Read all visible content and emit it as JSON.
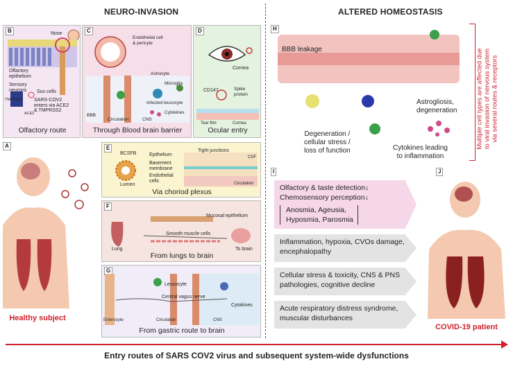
{
  "headers": {
    "left": "NEURO-INVASION",
    "right": "ALTERED HOMEOSTASIS"
  },
  "panels": {
    "A": {
      "label": "A",
      "caption": "Healthy subject"
    },
    "B": {
      "label": "B",
      "caption": "Olfactory route",
      "nose": "Nose",
      "epithelium": "Olfactory\nepithelium",
      "neurons": "Sensory\nneurons",
      "sus": "Sus cells",
      "tmprss2": "TMPRSS2",
      "ace2": "ACE2",
      "note": "SARS-COV2\nenters via ACE2\n& TMPRSS2"
    },
    "C": {
      "label": "C",
      "caption": "Through Blood brain barrier",
      "endothelial": "Endothelial cell\n& pericyte",
      "astrocyte": "Astrocyte",
      "microglia": "Microglia",
      "leucocyte": "Infected leucocyte",
      "cytokines": "Cytokines",
      "bbb": "BBB",
      "circulation": "Circulation",
      "cns": "CNS"
    },
    "D": {
      "label": "D",
      "caption": "Ocular entry",
      "spike": "Spike\nprotein",
      "cornea": "Cornea",
      "cd147": "CD147",
      "tear": "Tear film"
    },
    "E": {
      "label": "E",
      "caption": "Via choriod plexus",
      "bcsfb": "BCSFB",
      "lumen": "Lumen",
      "epithelium": "Epithelium",
      "basement": "Basement\nmembrane",
      "endothelial": "Endothelial\ncells",
      "tight": "Tight junctions",
      "csf": "CSF",
      "circulation": "Circulation"
    },
    "F": {
      "label": "F",
      "caption": "From lungs to brain",
      "mucosal": "Mucosal epithelium",
      "smooth": "Smooth muscle cells",
      "lung": "Lung",
      "tobrain": "To brain"
    },
    "G": {
      "label": "G",
      "caption": "From gastric route to brain",
      "leucocyte": "Leucocyte",
      "vagus": "Central vagus nerve",
      "cytokines": "Cytokines",
      "enterocyte": "Enterocyte",
      "circulation": "Circulation",
      "cns": "CNS"
    },
    "H": {
      "label": "H",
      "bbb": "BBB leakage",
      "astro": "Astrogliosis,\ndegeneration",
      "degeneration": "Degeneration /\ncellular stress /\nloss of function",
      "cytokines": "Cytokines leading\nto inflammation"
    },
    "I": {
      "label": "I",
      "items": [
        "Olfactory & taste detection↓\nChemosensory perception↓",
        "Inflammation, hypoxia, CVOs damage,\nencephalopathy",
        "Cellular stress & toxicity, CNS & PNS\npathologies, cognitive decline",
        "Acute respiratory distress syndrome,\nmuscular disturbances"
      ],
      "brace": "Anosmia, Ageusia,\nHyposmia, Parosmia"
    },
    "J": {
      "label": "J",
      "caption": "COVID-19 patient"
    }
  },
  "side_note": "Multiple cell types are affected due\nto viral invasion of nervous system\nvia several routes & receptors",
  "footer": "Entry routes of SARS COV2 virus and subsequent system-wide dysfunctions",
  "colors": {
    "red": "#d0202b",
    "pink": "#f6d7ea",
    "vessel": "#e58a86",
    "cream": "#fbf5cf",
    "gray": "#e0e0e0"
  }
}
